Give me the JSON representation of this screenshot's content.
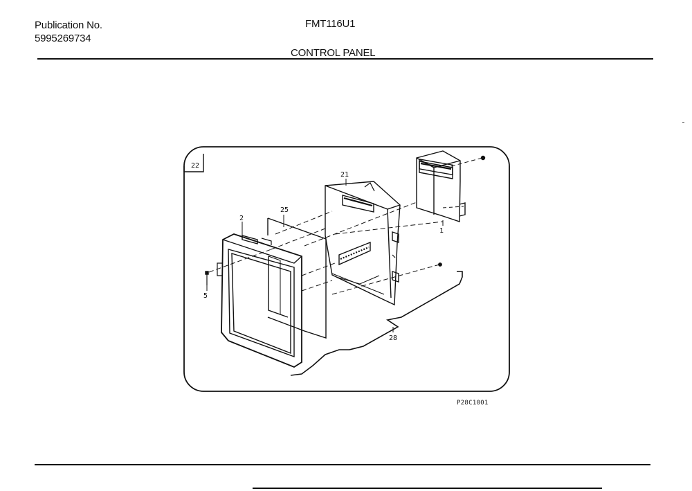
{
  "header": {
    "publication_label": "Publication No.",
    "publication_number": "5995269734",
    "model": "FMT116U1",
    "section_title": "CONTROL PANEL"
  },
  "diagram": {
    "figure_number": "22",
    "callouts": {
      "c1": "1",
      "c2": "2",
      "c5": "5",
      "c21": "21",
      "c25": "25",
      "c28": "28"
    },
    "diagram_code": "P28C1001"
  }
}
